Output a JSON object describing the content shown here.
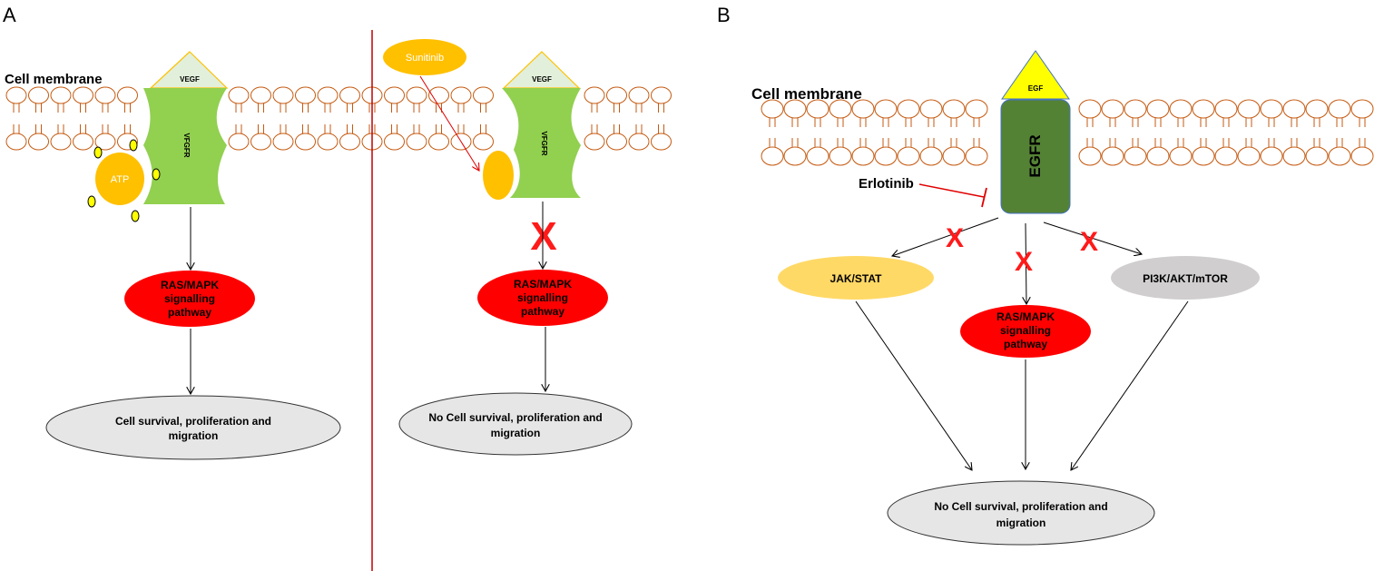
{
  "panel_a": {
    "letter": "A",
    "membrane_label": "Cell membrane",
    "left": {
      "ligand": "VEGF",
      "receptor": "VFGFR",
      "atp": "ATP",
      "pathway": [
        "RAS/MAPK",
        "signalling",
        "pathway"
      ],
      "outcome": [
        "Cell survival, proliferation and",
        "migration"
      ]
    },
    "right": {
      "drug": "Sunitinib",
      "ligand": "VEGF",
      "receptor": "VFGFR",
      "block_mark": "X",
      "pathway": [
        "RAS/MAPK",
        "signalling",
        "pathway"
      ],
      "outcome": [
        "No Cell survival, proliferation and",
        "migration"
      ]
    }
  },
  "panel_b": {
    "letter": "B",
    "membrane_label": "Cell membrane",
    "ligand": "EGF",
    "receptor": "EGFR",
    "drug": "Erlotinib",
    "block_mark": "X",
    "pathways": {
      "jak": "JAK/STAT",
      "ras": [
        "RAS/MAPK",
        "signalling",
        "pathway"
      ],
      "pi3k": "PI3K/AKT/mTOR"
    },
    "outcome": [
      "No Cell survival, proliferation and",
      "migration"
    ]
  },
  "colors": {
    "receptor_green": "#92d050",
    "egfr_green": "#548235",
    "ligand_pale": "#e2efda",
    "egf_yellow": "#ffff00",
    "atp_orange": "#ffc000",
    "pathway_red": "#ff0000",
    "outcome_gray": "#e7e6e6",
    "jak_yellow": "#ffd966",
    "pi3k_gray": "#d0cece",
    "lipid_stroke": "#c55a11",
    "divider_red": "#c00000"
  }
}
